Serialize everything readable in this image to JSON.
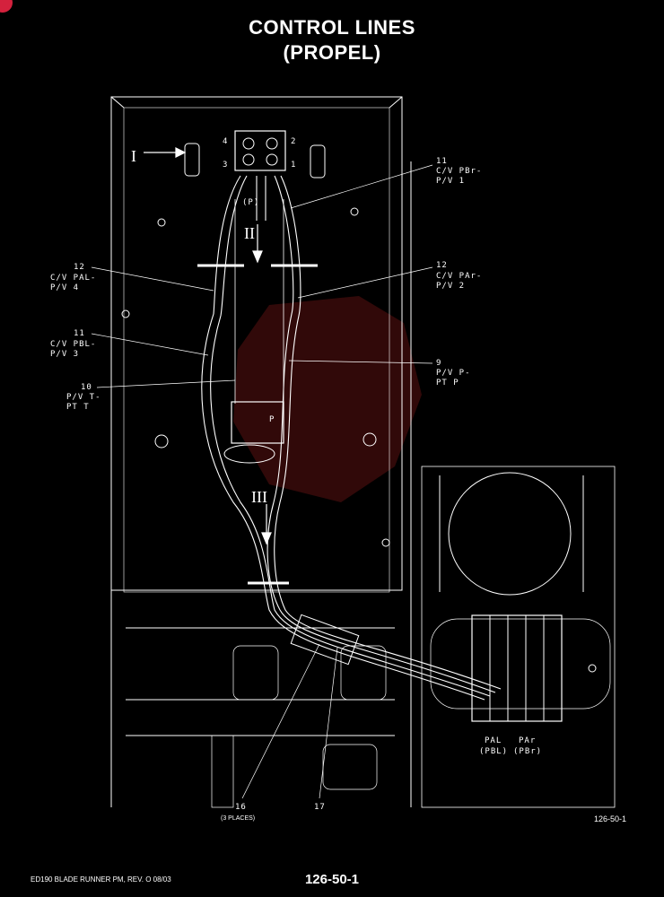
{
  "title": {
    "line1": "CONTROL LINES",
    "line2": "(PROPEL)"
  },
  "callouts": [
    {
      "id": "11a",
      "lines": [
        "11",
        "C/V PBr-",
        "P/V 1"
      ]
    },
    {
      "id": "12a",
      "lines": [
        "12",
        "C/V PAL-",
        "P/V 4"
      ]
    },
    {
      "id": "12b",
      "lines": [
        "12",
        "C/V PAr-",
        "P/V 2"
      ]
    },
    {
      "id": "11b",
      "lines": [
        "11",
        "C/V PBL-",
        "P/V 3"
      ]
    },
    {
      "id": "9",
      "lines": [
        "9",
        "P/V P-",
        "PT P"
      ]
    },
    {
      "id": "10",
      "lines": [
        "10",
        "P/V T-",
        "PT T"
      ]
    }
  ],
  "port_numbers": [
    "4",
    "2",
    "3",
    "1"
  ],
  "port_p": "(P)",
  "valve_port": "P",
  "roman_marks": [
    "I",
    "II",
    "III"
  ],
  "bottom_labels": {
    "item16": "16",
    "item16_note": "(3 PLACES)",
    "item17": "17",
    "pal": "PAL",
    "pbl": "(PBL)",
    "par": "PAr",
    "pbr": "(PBr)"
  },
  "figure_ref": "126-50-1",
  "footer": {
    "left": "ED190 BLADE RUNNER PM,  REV. O  08/03",
    "center": "126-50-1"
  },
  "colors": {
    "background": "#000000",
    "lines": "#ffffff",
    "watermark": "#5a1010",
    "badge": "#d4213d"
  }
}
